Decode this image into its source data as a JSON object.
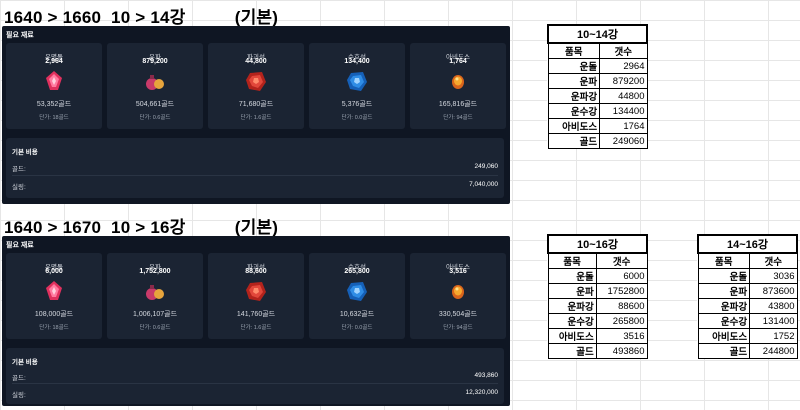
{
  "section1": {
    "heading": "1640 > 1660  10 > 14강          (기본)",
    "panel_title": "필요 재료",
    "materials": [
      {
        "name": "운명돌",
        "qty": "2,964",
        "gold": "53,352골드",
        "unit": "단가: 18골드",
        "icon": "pink-crystal-icon"
      },
      {
        "name": "운파",
        "qty": "879,200",
        "gold": "504,661골드",
        "unit": "단가: 0.6골드",
        "icon": "pouch-icon"
      },
      {
        "name": "파괴석",
        "qty": "44,800",
        "gold": "71,680골드",
        "unit": "단가: 1.6골드",
        "icon": "red-stone-icon"
      },
      {
        "name": "수호석",
        "qty": "134,400",
        "gold": "5,376골드",
        "unit": "단가: 0.0골드",
        "icon": "blue-stone-icon"
      },
      {
        "name": "아비도스",
        "qty": "1,764",
        "gold": "165,816골드",
        "unit": "단가: 94골드",
        "icon": "orange-ore-icon"
      }
    ],
    "cost": {
      "title": "기본 비용",
      "gold_label": "골드:",
      "gold_value": "249,060",
      "silver_label": "실링:",
      "silver_value": "7,040,000"
    }
  },
  "section2": {
    "heading": "1640 > 1670  10 > 16강          (기본)",
    "panel_title": "필요 재료",
    "materials": [
      {
        "name": "운명돌",
        "qty": "6,000",
        "gold": "108,000골드",
        "unit": "단가: 18골드",
        "icon": "pink-crystal-icon"
      },
      {
        "name": "운파",
        "qty": "1,752,800",
        "gold": "1,006,107골드",
        "unit": "단가: 0.6골드",
        "icon": "pouch-icon"
      },
      {
        "name": "파괴석",
        "qty": "88,600",
        "gold": "141,760골드",
        "unit": "단가: 1.6골드",
        "icon": "red-stone-icon"
      },
      {
        "name": "수호석",
        "qty": "265,800",
        "gold": "10,632골드",
        "unit": "단가: 0.0골드",
        "icon": "blue-stone-icon"
      },
      {
        "name": "아비도스",
        "qty": "3,516",
        "gold": "330,504골드",
        "unit": "단가: 94골드",
        "icon": "orange-ore-icon"
      }
    ],
    "cost": {
      "title": "기본 비용",
      "gold_label": "골드:",
      "gold_value": "493,860",
      "silver_label": "실링:",
      "silver_value": "12,320,000"
    }
  },
  "tables": [
    {
      "title": "10~14강",
      "col1": "품목",
      "col2": "갯수",
      "rows": [
        [
          "운돌",
          "2964"
        ],
        [
          "운파",
          "879200"
        ],
        [
          "운파강",
          "44800"
        ],
        [
          "운수강",
          "134400"
        ],
        [
          "아비도스",
          "1764"
        ],
        [
          "골드",
          "249060"
        ]
      ]
    },
    {
      "title": "10~16강",
      "col1": "품목",
      "col2": "갯수",
      "rows": [
        [
          "운돌",
          "6000"
        ],
        [
          "운파",
          "1752800"
        ],
        [
          "운파강",
          "88600"
        ],
        [
          "운수강",
          "265800"
        ],
        [
          "아비도스",
          "3516"
        ],
        [
          "골드",
          "493860"
        ]
      ]
    },
    {
      "title": "14~16강",
      "col1": "품목",
      "col2": "갯수",
      "rows": [
        [
          "운돌",
          "3036"
        ],
        [
          "운파",
          "873600"
        ],
        [
          "운파강",
          "43800"
        ],
        [
          "운수강",
          "131400"
        ],
        [
          "아비도스",
          "1752"
        ],
        [
          "골드",
          "244800"
        ]
      ]
    }
  ]
}
